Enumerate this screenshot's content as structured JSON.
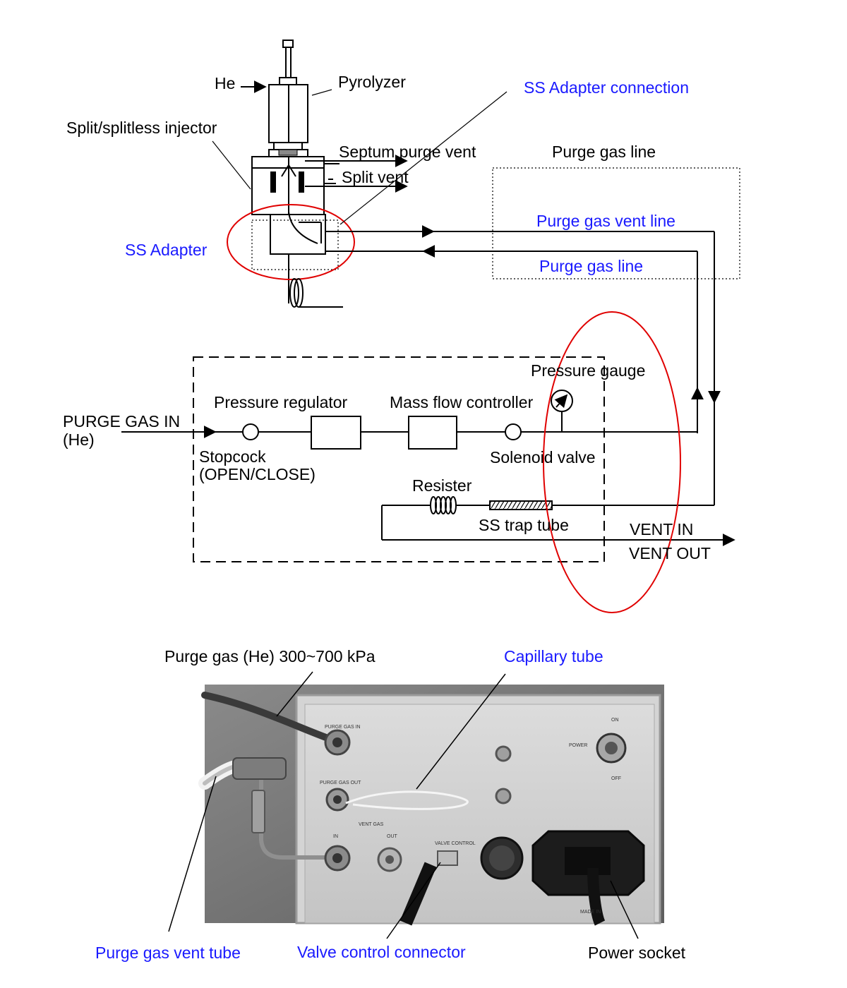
{
  "labels": {
    "he": "He",
    "pyrolyzer": "Pyrolyzer",
    "ss_adapter_connection": "SS Adapter connection",
    "split_splitless_injector": "Split/splitless injector",
    "septum_purge_vent": "Septum purge vent",
    "split_vent": "Split vent",
    "purge_gas_line_top": "Purge gas line",
    "purge_gas_vent_line": "Purge gas vent line",
    "purge_gas_line": "Purge gas line",
    "ss_adapter": "SS Adapter",
    "pressure_gauge": "Pressure gauge",
    "pressure_regulator": "Pressure regulator",
    "mass_flow_controller": "Mass flow controller",
    "purge_gas_in": "PURGE GAS IN",
    "he_paren": "(He)",
    "stopcock": "Stopcock",
    "open_close": "(OPEN/CLOSE)",
    "solenoid_valve": "Solenoid valve",
    "resister": "Resister",
    "ss_trap_tube": "SS trap tube",
    "vent_in": "VENT IN",
    "vent_out": "VENT OUT",
    "purge_gas_pressure": "Purge gas (He) 300~700 kPa",
    "capillary_tube": "Capillary tube",
    "purge_gas_vent_tube": "Purge gas vent tube",
    "valve_control_connector": "Valve control connector",
    "power_socket": "Power socket"
  },
  "panel_labels": {
    "purge_gas_in": "PURGE GAS IN",
    "purge_gas_out": "PURGE GAS OUT",
    "vent_gas": "VENT GAS",
    "in": "IN",
    "out": "OUT",
    "valve_control": "VALVE CONTROL",
    "power": "POWER",
    "on": "ON",
    "off": "OFF",
    "made_in": "MADE IN"
  },
  "colors": {
    "label_blue": "#1a1aff",
    "highlight_red": "#e00000"
  }
}
